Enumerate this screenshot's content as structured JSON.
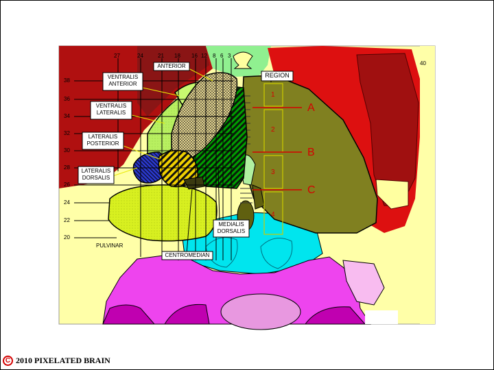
{
  "labels": {
    "ventralis_anterior": [
      "VENTRALIS",
      "ANTERIOR"
    ],
    "anterior": "ANTERIOR",
    "ventralis_lateralis": [
      "VENTRALIS",
      "LATERALIS"
    ],
    "lateralis_posterior": [
      "LATERALIS",
      "POSTERIOR"
    ],
    "lateralis_dorsalis": [
      "LATERALIS",
      "DORSALIS"
    ],
    "medialis_dorsalis": [
      "MEDIALIS",
      "DORSALIS"
    ],
    "pulvinar": "PULVINAR",
    "centromedian": "CENTROMEDIAN",
    "region": "REGION"
  },
  "top_scale": [
    "27",
    "24",
    "21",
    "18",
    "16",
    "12",
    "8",
    "6",
    "3"
  ],
  "left_scale": [
    "38",
    "36",
    "34",
    "32",
    "30",
    "28",
    "26",
    "24",
    "22",
    "20"
  ],
  "right_scale": "40",
  "regions": [
    "1",
    "2",
    "3",
    "4"
  ],
  "section_lines": [
    "A",
    "B",
    "C"
  ],
  "copyright": {
    "symbol": "C",
    "text": "2010  PIXELATED BRAIN"
  },
  "colors": {
    "label_red": "#d40000",
    "region_box": "#cccc00",
    "thalamus_olive": "#808020",
    "putamen_red": "#c00000",
    "cyan": "#00e5ee",
    "magenta": "#ee44ee"
  }
}
